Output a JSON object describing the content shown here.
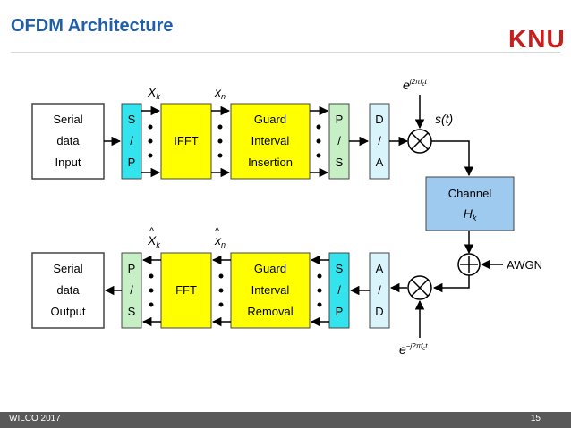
{
  "slide": {
    "title": "OFDM Architecture",
    "logo": "KNU",
    "footer_left": "WILCO 2017",
    "page_number": "15"
  },
  "diagram": {
    "tx": {
      "input": [
        "Serial",
        "data",
        "Input"
      ],
      "sp": [
        "S",
        "/",
        "P"
      ],
      "ifft": "IFFT",
      "guard": [
        "Guard",
        "Interval",
        "Insertion"
      ],
      "ps": [
        "P",
        "/",
        "S"
      ],
      "da": [
        "D",
        "/",
        "A"
      ],
      "xk": "X",
      "xk_sub": "k",
      "xn": "x",
      "xn_sub": "n",
      "carrier": "e",
      "carrier_exp": "j2πf",
      "carrier_exp_sub": "c",
      "carrier_exp_t": "t",
      "signal": "s(t)"
    },
    "channel": {
      "label": "Channel",
      "h": "H",
      "h_sub": "k"
    },
    "awgn": "AWGN",
    "rx": {
      "output": [
        "Serial",
        "data",
        "Output"
      ],
      "ps": [
        "P",
        "/",
        "S"
      ],
      "fft": "FFT",
      "guard": [
        "Guard",
        "Interval",
        "Removal"
      ],
      "sp": [
        "S",
        "/",
        "P"
      ],
      "ad": [
        "A",
        "/",
        "D"
      ],
      "xk_hat": "X",
      "xk_hat_sub": "k",
      "xn_hat": "x",
      "xn_hat_sub": "n",
      "carrier": "e",
      "carrier_exp": "−j2πf",
      "carrier_exp_sub": "c",
      "carrier_exp_t": "t"
    },
    "colors": {
      "sp_block": "#33e3ee",
      "fft_block": "#ffff00",
      "ps_block": "#c6efc6",
      "conv_block": "#d9f4fb",
      "channel_block": "#9fcaf0",
      "title": "#1f5ea8",
      "logo": "#c81e1e"
    }
  }
}
